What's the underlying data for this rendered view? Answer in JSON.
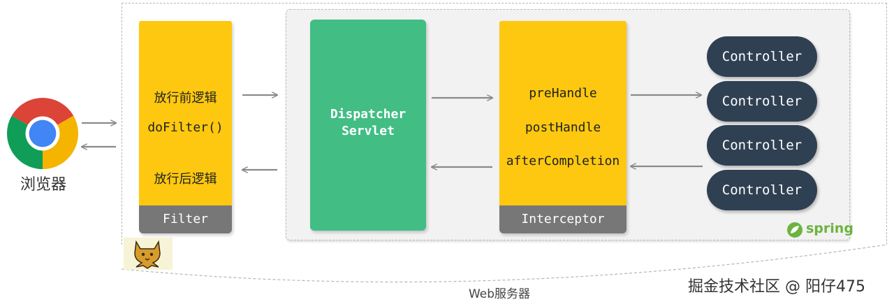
{
  "browser": {
    "label": "浏览器",
    "icon": "chrome-icon"
  },
  "filter": {
    "before_text": "放行前逻辑",
    "method": "doFilter()",
    "after_text": "放行后逻辑",
    "footer": "Filter",
    "color": "#fdc80f"
  },
  "dispatcher": {
    "line1": "Dispatcher",
    "line2": "Servlet",
    "color": "#42bd84"
  },
  "interceptor": {
    "methods": [
      "preHandle",
      "postHandle",
      "afterCompletion"
    ],
    "footer": "Interceptor",
    "color": "#fdc80f"
  },
  "controllers": [
    "Controller",
    "Controller",
    "Controller",
    "Controller"
  ],
  "controller_color": "#2f4052",
  "spring": {
    "label": "spring",
    "color": "#6db33f"
  },
  "tomcat": {
    "icon": "tomcat-icon"
  },
  "web_server": {
    "label": "Web服务器"
  },
  "watermark": "掘金技术社区 @ 阳仔475"
}
